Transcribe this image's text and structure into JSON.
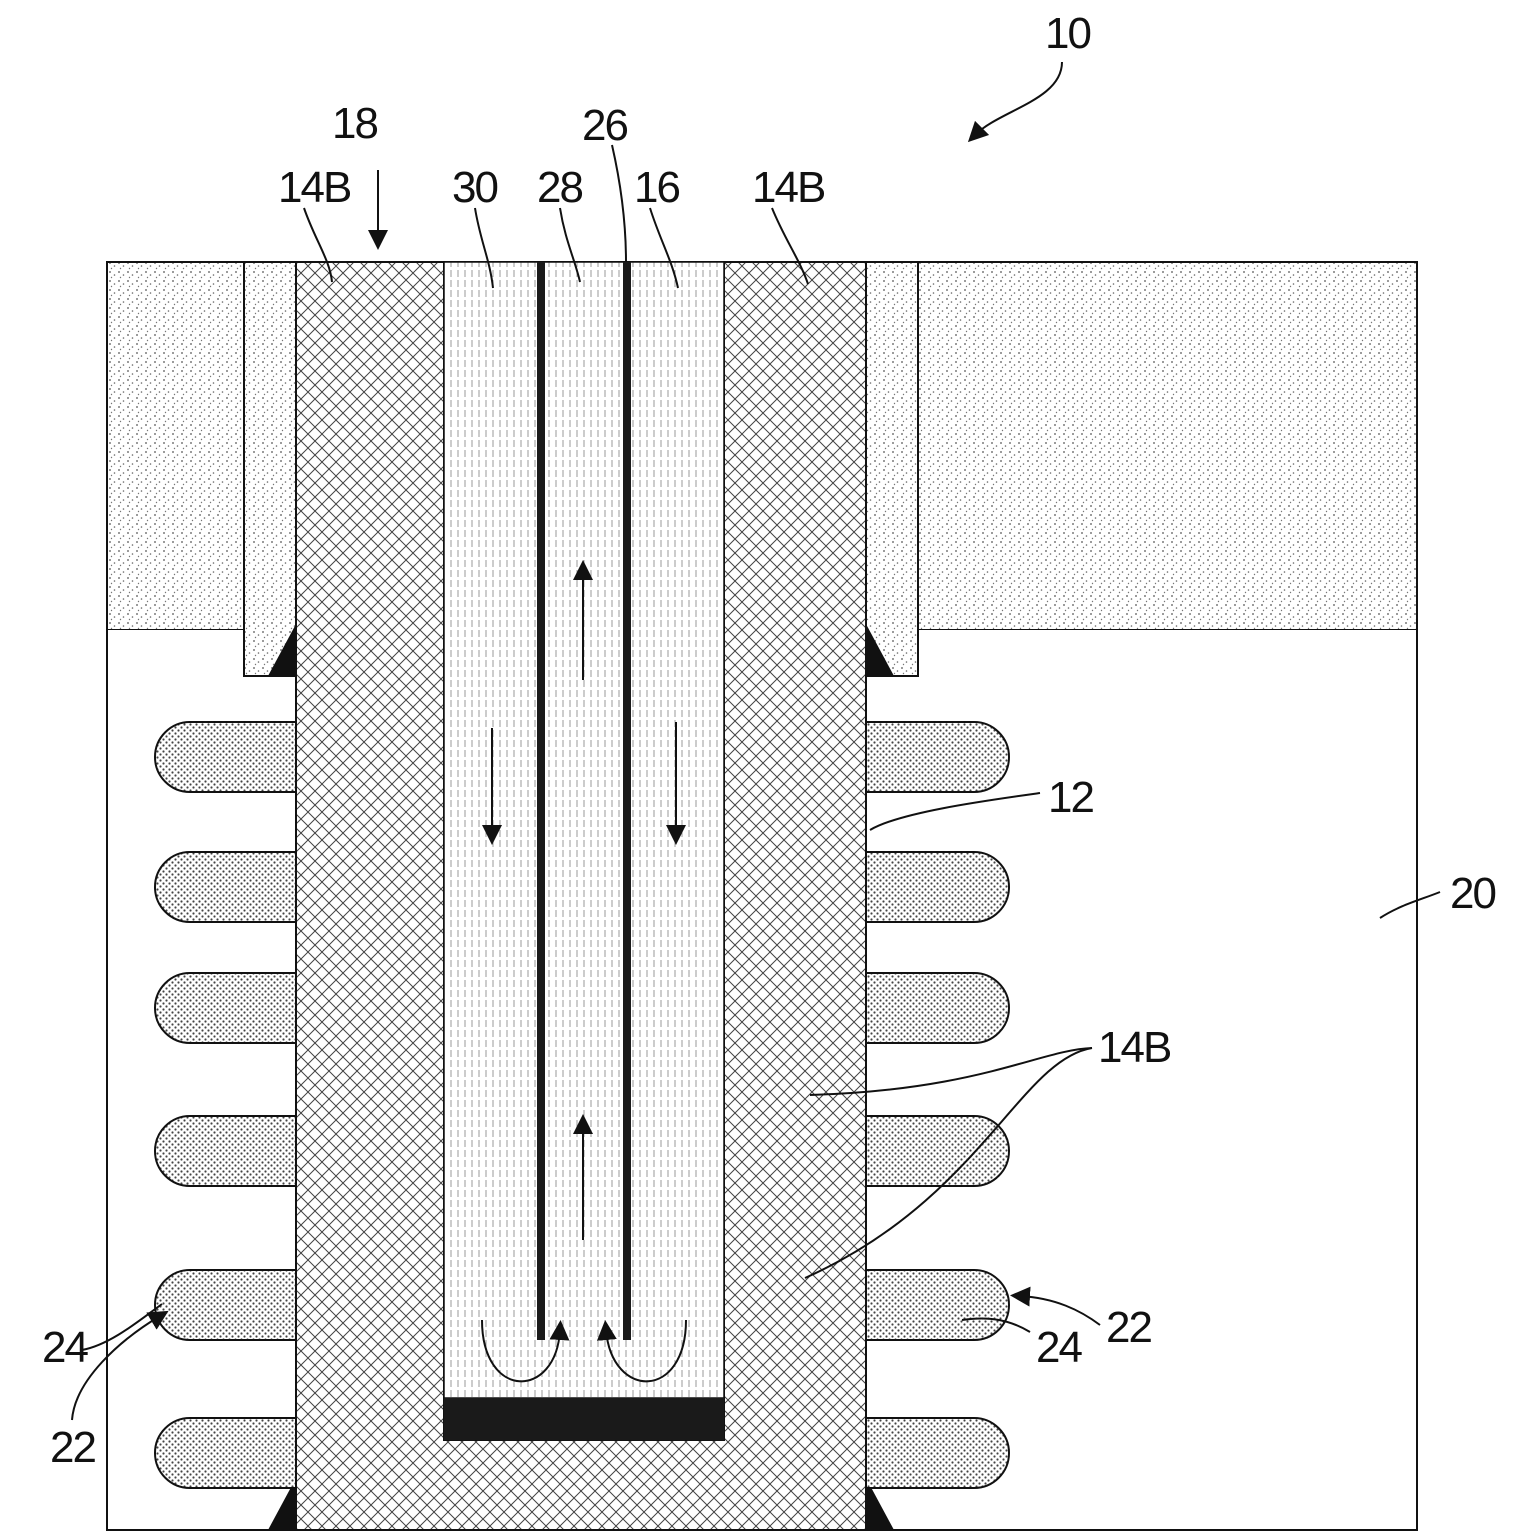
{
  "figure": {
    "labels": {
      "device": "10",
      "opening": "18",
      "liner_top_left": "14B",
      "liner_top_right": "14B",
      "liner_side": "14B",
      "fluid_outer": "30",
      "fluid_inner": "28",
      "inner_wall": "26",
      "channel": "16",
      "sidewall": "12",
      "substrate": "20",
      "structure_left": "22",
      "structure_right": "22",
      "pad_left": "24",
      "pad_right": "24"
    },
    "colors": {
      "ink": "#111111",
      "paper": "#ffffff",
      "stipple": "#d9d9d9"
    }
  }
}
